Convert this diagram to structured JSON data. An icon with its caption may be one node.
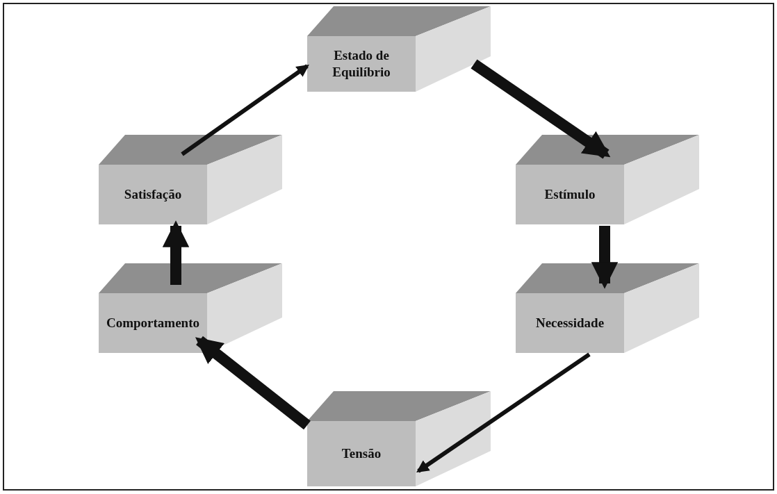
{
  "diagram": {
    "nodes": [
      {
        "text": [
          "Estado de Equilíbrio"
        ]
      },
      {
        "text": [
          "Estímulo"
        ]
      },
      {
        "text": [
          "Necessidade"
        ]
      },
      {
        "text": [
          "Tensão"
        ]
      },
      {
        "text": [
          "Comportamento"
        ]
      },
      {
        "text": [
          "Satisfação"
        ]
      }
    ],
    "edges": [
      {
        "from": 0,
        "to": 1,
        "arrow": "to"
      },
      {
        "from": 1,
        "to": 2,
        "arrow": "to"
      },
      {
        "from": 2,
        "to": 3,
        "arrow": "to"
      },
      {
        "from": 3,
        "to": 4,
        "arrow": "to"
      },
      {
        "from": 4,
        "to": 5,
        "arrow": "to"
      },
      {
        "from": 5,
        "to": 0,
        "arrow": "to"
      }
    ]
  }
}
